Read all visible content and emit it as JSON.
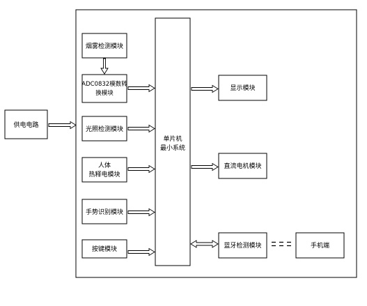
{
  "blocks": {
    "power": "供电电路",
    "smoke": "烟雾检测模块",
    "adc_line1": "ADC0832模数转",
    "adc_line2": "换模块",
    "light": "光照检测模块",
    "body_line1": "人体",
    "body_line2": "热释电模块",
    "hand": "手势识别模块",
    "keys": "按键模块",
    "mcu_line1": "单片机",
    "mcu_line2": "最小系统",
    "display": "显示模块",
    "motor": "直流电机模块",
    "bluetooth": "蓝牙检测模块",
    "phone": "手机端"
  }
}
